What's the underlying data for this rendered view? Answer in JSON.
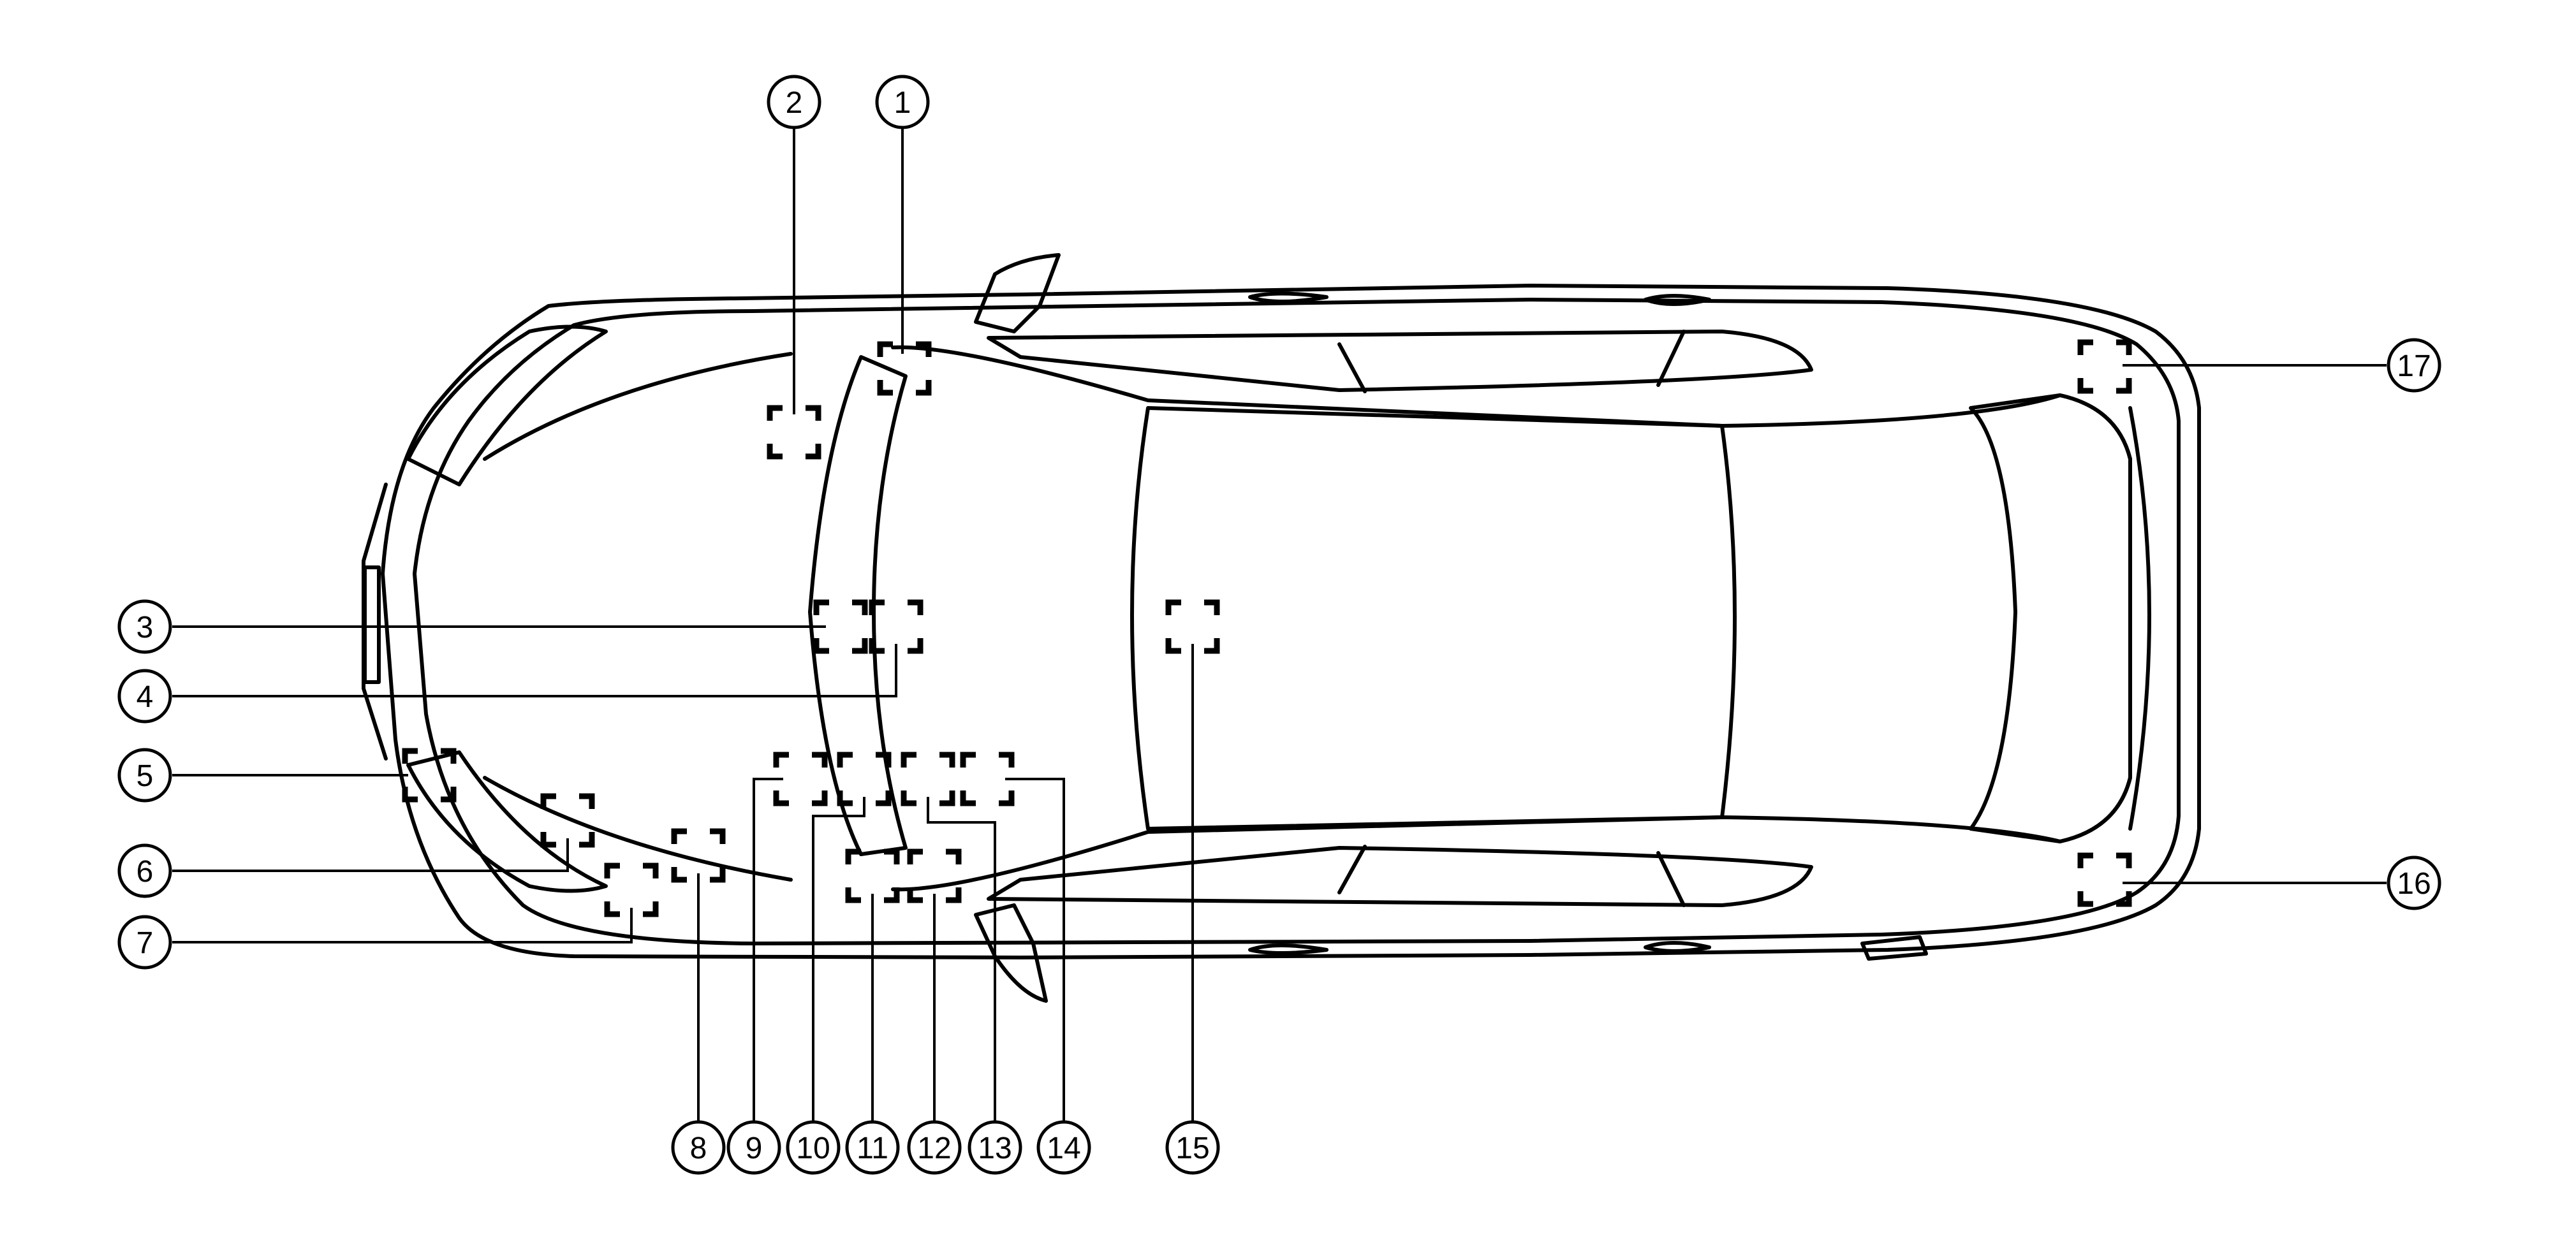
{
  "callouts": [
    {
      "label": "1",
      "kind": "callout"
    },
    {
      "label": "2",
      "kind": "callout"
    },
    {
      "label": "3",
      "kind": "callout"
    },
    {
      "label": "4",
      "kind": "callout"
    },
    {
      "label": "5",
      "kind": "callout"
    },
    {
      "label": "6",
      "kind": "callout"
    },
    {
      "label": "7",
      "kind": "callout"
    },
    {
      "label": "8",
      "kind": "callout"
    },
    {
      "label": "9",
      "kind": "callout"
    },
    {
      "label": "10",
      "kind": "callout"
    },
    {
      "label": "11",
      "kind": "callout"
    },
    {
      "label": "12",
      "kind": "callout"
    },
    {
      "label": "13",
      "kind": "callout"
    },
    {
      "label": "14",
      "kind": "callout"
    },
    {
      "label": "15",
      "kind": "callout"
    },
    {
      "label": "16",
      "kind": "callout"
    },
    {
      "label": "17",
      "kind": "callout"
    }
  ]
}
